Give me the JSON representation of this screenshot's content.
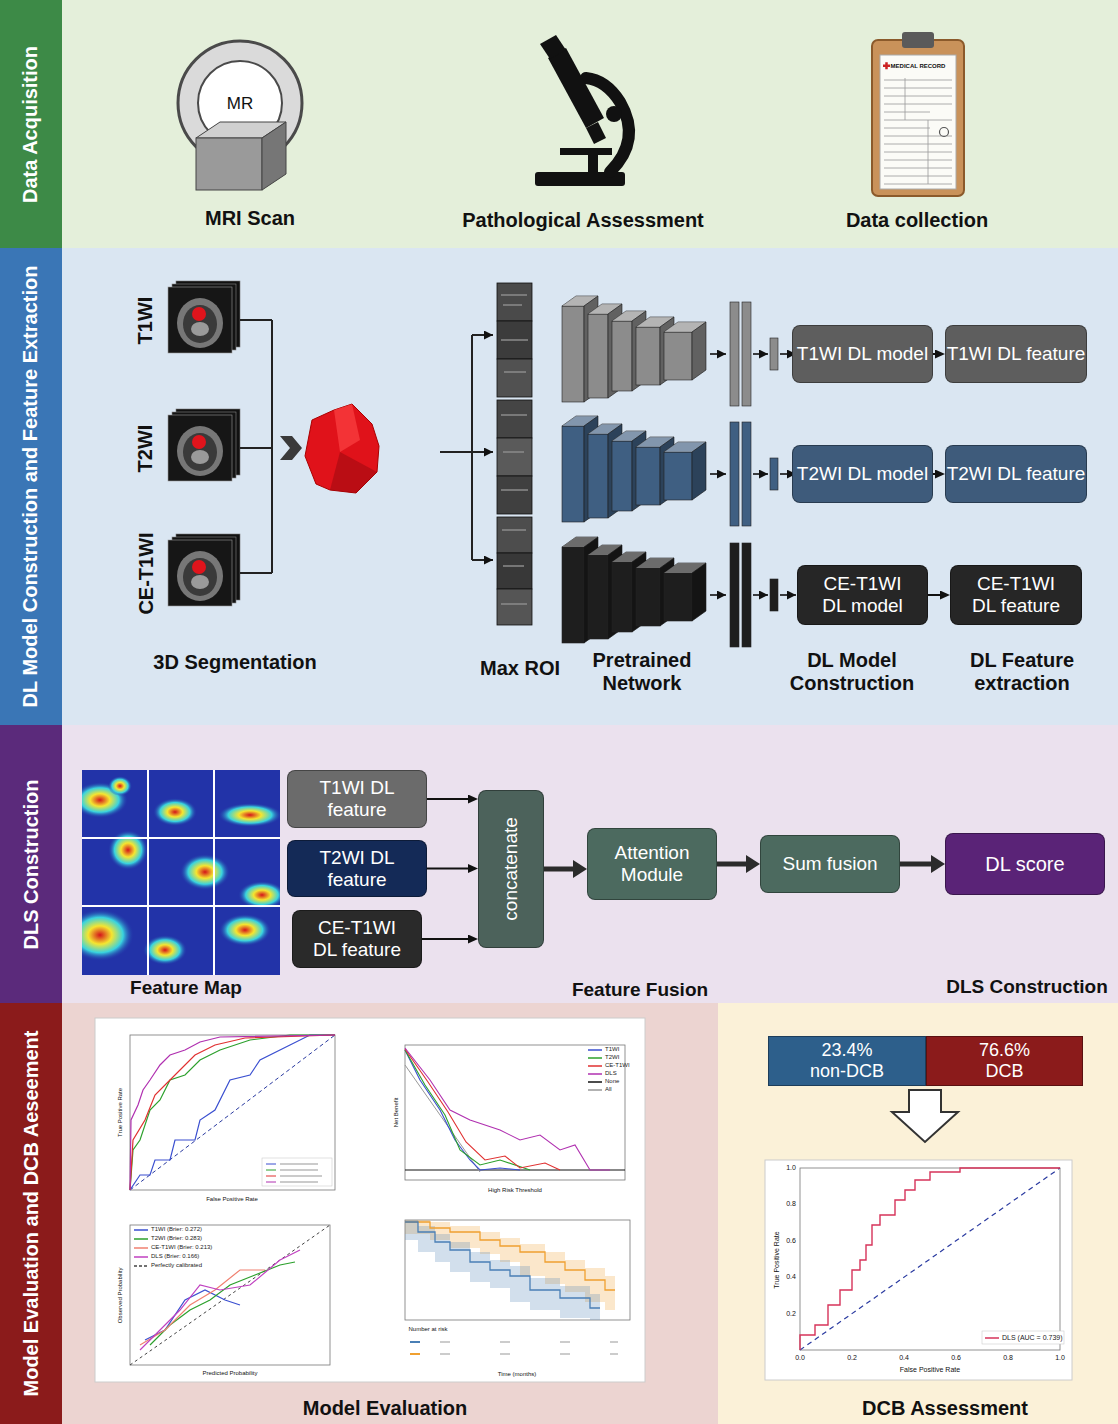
{
  "diagram": {
    "nodes": [
      {
        "text": [
          "Data Acquisition"
        ]
      },
      {
        "text": [
          "DL Model Construction and Feature Extraction"
        ]
      },
      {
        "text": [
          "T1WI DL model"
        ],
        "in": 1
      },
      {
        "text": [
          "T1WI DL feature"
        ],
        "in": 1
      },
      {
        "text": [
          "T2WI DL model"
        ],
        "in": 1
      },
      {
        "text": [
          "T2WI DL feature"
        ],
        "in": 1
      },
      {
        "text": [
          "CE-T1WI DL model"
        ],
        "in": 1
      },
      {
        "text": [
          "CE-T1WI DL feature"
        ],
        "in": 1
      },
      {
        "text": [
          "DLS Construction"
        ]
      },
      {
        "text": [
          "T1WI DL feature"
        ],
        "in": 8
      },
      {
        "text": [
          "T2WI DL feature"
        ],
        "in": 8
      },
      {
        "text": [
          "CE-T1WI DL feature"
        ],
        "in": 8
      },
      {
        "text": [
          "concatenate"
        ],
        "in": 8
      },
      {
        "text": [
          "Attention Module"
        ],
        "in": 8
      },
      {
        "text": [
          "Sum fusion"
        ],
        "in": 8
      },
      {
        "text": [
          "DL score"
        ],
        "in": 8
      },
      {
        "text": [
          "Model Evaluation and DCB Aeseement"
        ]
      },
      {
        "text": [
          "23.4% non-DCB"
        ],
        "in": 16
      },
      {
        "text": [
          "76.6% DCB"
        ],
        "in": 16
      }
    ],
    "edges": [
      {
        "from": 2,
        "to": 3,
        "arrow": "to"
      },
      {
        "from": 4,
        "to": 5,
        "arrow": "to"
      },
      {
        "from": 6,
        "to": 7,
        "arrow": "to"
      },
      {
        "from": 9,
        "to": 12,
        "arrow": "to"
      },
      {
        "from": 10,
        "to": 12,
        "arrow": "to"
      },
      {
        "from": 11,
        "to": 12,
        "arrow": "to"
      },
      {
        "from": 12,
        "to": 13,
        "arrow": "to"
      },
      {
        "from": 13,
        "to": 14,
        "arrow": "to"
      },
      {
        "from": 14,
        "to": 15,
        "arrow": "to"
      }
    ],
    "labels": [
      "MR",
      "MRI Scan",
      "Pathological Assessment",
      "MEDICAL RECORD",
      "Data collection",
      "T1WI",
      "T2WI",
      "CE-T1WI",
      "3D Segmentation",
      "Max ROI",
      "Pretrained Network",
      "DL Model Construction",
      "DL Feature extraction",
      "Feature Map",
      "Feature Fusion",
      "DLS Construction",
      "True Positive Rate",
      "False Positive Rate",
      "Net Benefit",
      "High Risk Threshold",
      "Observed Probability",
      "Predicted Probability",
      "Number at risk",
      "Time (months)",
      "Model Evaluation",
      "True Positive Rate",
      "False Positive Rate",
      "0.0",
      "0.2",
      "0.4",
      "0.6",
      "0.8",
      "1.0",
      "0.2",
      "0.4",
      "0.6",
      "0.8",
      "1.0",
      "DCB Assessment"
    ],
    "legend": [
      {
        "text": "T1WI"
      },
      {
        "text": "T2WI"
      },
      {
        "text": "CE-T1WI"
      },
      {
        "text": "DLS"
      },
      {
        "text": "None"
      },
      {
        "text": "All"
      },
      {
        "text": "T1WI (Brier: 0.272)"
      },
      {
        "text": "T2WI (Brier: 0.283)"
      },
      {
        "text": "CE-T1WI (Brier: 0.213)"
      },
      {
        "text": "DLS (Brier: 0.166)"
      },
      {
        "text": "Perfectly calibrated"
      },
      {
        "text": "DLS (AUC = 0.739)"
      }
    ]
  }
}
